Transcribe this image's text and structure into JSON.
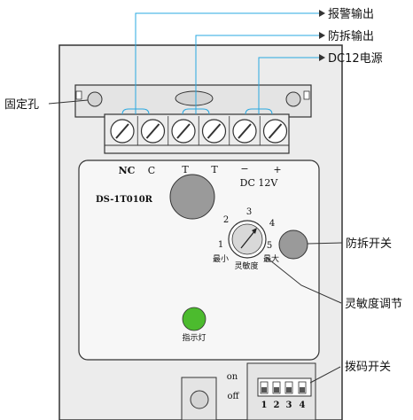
{
  "callouts": {
    "alarm_output": "报警输出",
    "tamper_output": "防拆输出",
    "dc12_power": "DC12电源",
    "fixing_hole": "固定孔",
    "tamper_switch": "防拆开关",
    "sensitivity_adjust": "灵敏度调节",
    "dip_switch": "拨码开关"
  },
  "terminals": {
    "nc": "NC",
    "c": "C",
    "t1": "T",
    "t2": "T",
    "minus": "−",
    "plus": "+",
    "dc_voltage": "DC 12V"
  },
  "model": "DS-1T010R",
  "dial": {
    "levels": [
      "1",
      "2",
      "3",
      "4",
      "5"
    ],
    "min_label": "最小",
    "max_label": "最大",
    "name_label": "灵敏度"
  },
  "indicator_label": "指示灯",
  "dip": {
    "on_label": "on",
    "off_label": "off",
    "numbers": [
      "1",
      "2",
      "3",
      "4"
    ]
  },
  "colors": {
    "leader_line": "#29a8e0",
    "led": "#4cbb2e",
    "device_body": "#ececec",
    "device_border": "#333333",
    "knob": "#9a9a9a"
  }
}
